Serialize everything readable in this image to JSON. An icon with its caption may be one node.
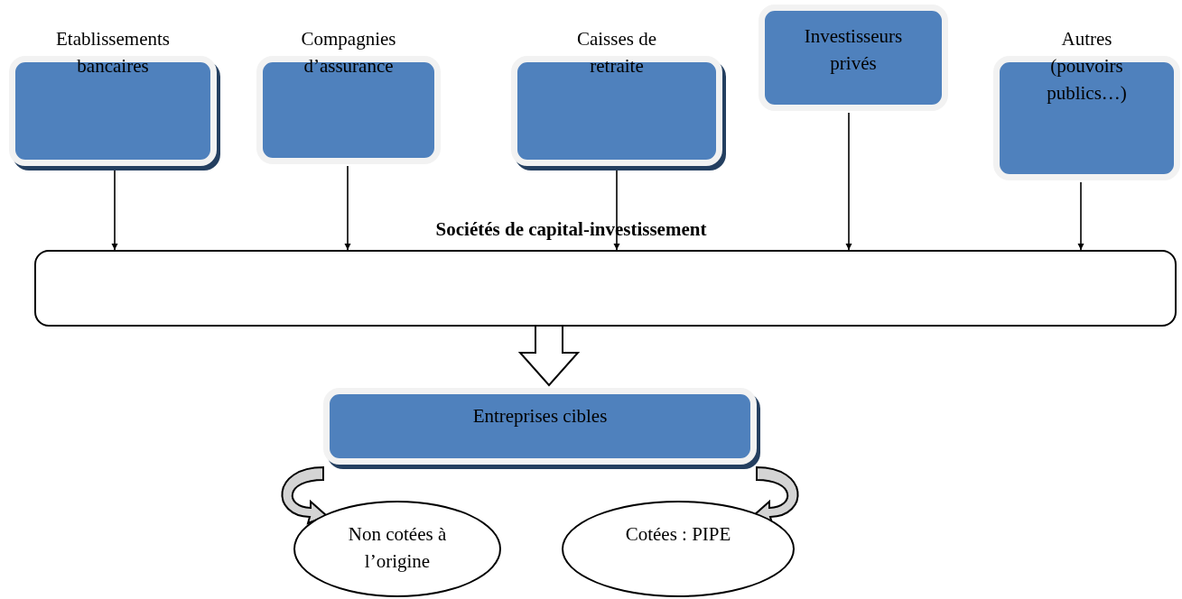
{
  "diagram": {
    "nodes": [
      {
        "text": [
          "Etablissements bancaires"
        ]
      },
      {
        "text": [
          "Compagnies d’assurance"
        ]
      },
      {
        "text": [
          "Caisses de retraite"
        ]
      },
      {
        "text": [
          "Investisseurs privés"
        ]
      },
      {
        "text": [
          "Autres (pouvoirs publics…)"
        ]
      },
      {
        "text": [
          "Sociétés de capital-investissement"
        ]
      },
      {
        "text": [
          "Entreprises cibles"
        ]
      },
      {
        "text": [
          "Non cotées à l’origine"
        ]
      },
      {
        "text": [
          "Cotées : PIPE"
        ]
      }
    ],
    "edges": [
      {
        "from": 0,
        "to": 5,
        "arrow": "to"
      },
      {
        "from": 1,
        "to": 5,
        "arrow": "to"
      },
      {
        "from": 2,
        "to": 5,
        "arrow": "to"
      },
      {
        "from": 3,
        "to": 5,
        "arrow": "to"
      },
      {
        "from": 4,
        "to": 5,
        "arrow": "to"
      },
      {
        "from": 5,
        "to": 6,
        "arrow": "to",
        "style": "thick"
      },
      {
        "from": 6,
        "to": 7,
        "arrow": "to",
        "style": "thick"
      },
      {
        "from": 6,
        "to": 8,
        "arrow": "to",
        "style": "thick"
      }
    ]
  }
}
